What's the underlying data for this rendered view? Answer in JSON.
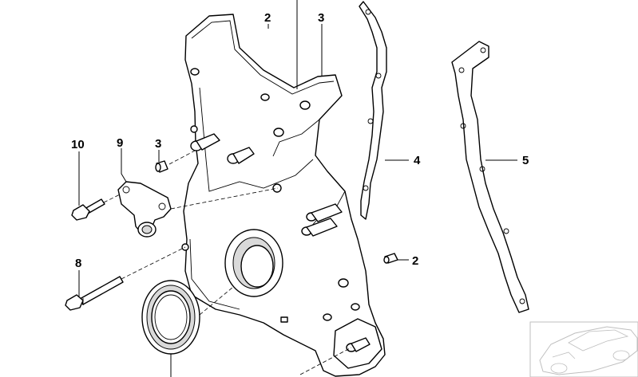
{
  "callouts": {
    "c2_top": "2",
    "c3_top": "3",
    "c4": "4",
    "c5": "5",
    "c10": "10",
    "c9": "9",
    "c3_small": "3",
    "c8": "8",
    "c2_right": "2"
  },
  "colors": {
    "line": "#000000",
    "background": "#ffffff",
    "thumbnail_line": "#bfbfbf"
  },
  "icons": {
    "thumbnail": "car-outline-thumbnail"
  }
}
